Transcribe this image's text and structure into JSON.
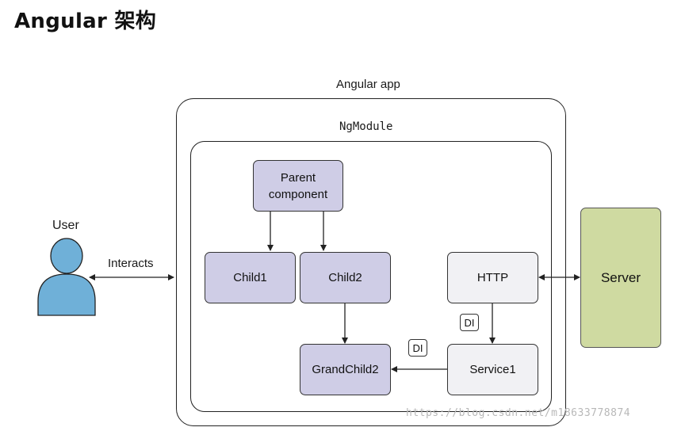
{
  "title": "Angular 架构",
  "labels": {
    "angular_app": "Angular app",
    "ngmodule": "NgModule",
    "user": "User",
    "interacts": "Interacts"
  },
  "nodes": {
    "parent_line1": "Parent",
    "parent_line2": "component",
    "child1": "Child1",
    "child2": "Child2",
    "grandchild2": "GrandChild2",
    "http": "HTTP",
    "service1": "Service1",
    "server": "Server",
    "di_1": "DI",
    "di_2": "DI"
  },
  "watermark": "https://blog.csdn.net/m18633778874",
  "colors": {
    "component_fill": "#cfcde6",
    "service_fill": "#f1f1f4",
    "server_fill": "#cfdaa1",
    "user_fill": "#6fb0d8"
  }
}
